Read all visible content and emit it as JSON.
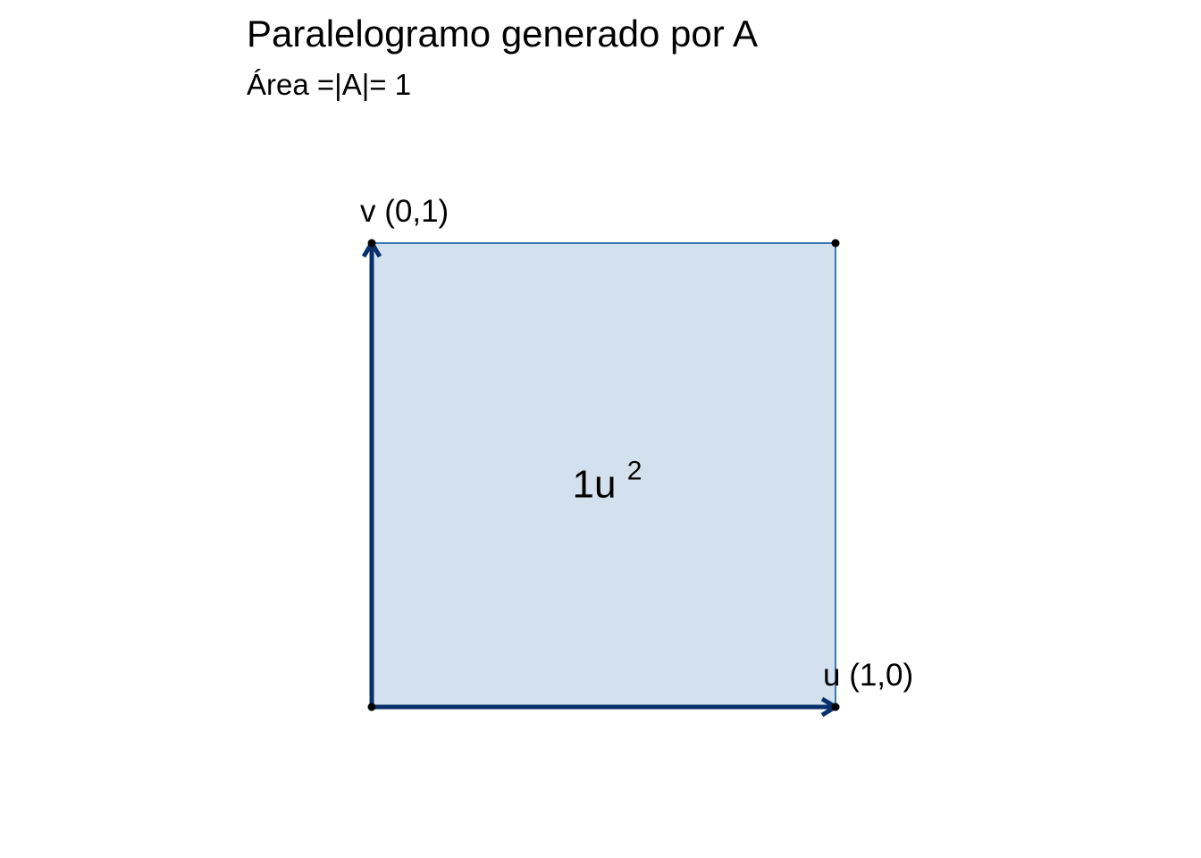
{
  "header": {
    "title": "Paralelogramo generado por A",
    "subtitle": "Área =|A|= 1"
  },
  "colors": {
    "fill": "#d3e0ed",
    "edge": "#3a78b0",
    "vector": "#08306b",
    "point": "#000000"
  },
  "vectors": {
    "u": {
      "label": "u (1,0)",
      "x": 1,
      "y": 0
    },
    "v": {
      "label": "v (0,1)",
      "x": 0,
      "y": 1
    }
  },
  "area_label": {
    "main": "1u",
    "superscript": "2"
  },
  "chart_data": {
    "type": "scatter",
    "points": [
      {
        "x": 0,
        "y": 0
      },
      {
        "x": 1,
        "y": 0
      },
      {
        "x": 0,
        "y": 1
      },
      {
        "x": 1,
        "y": 1
      }
    ],
    "xlim": [
      0,
      1
    ],
    "ylim": [
      0,
      1
    ],
    "grid": false
  }
}
